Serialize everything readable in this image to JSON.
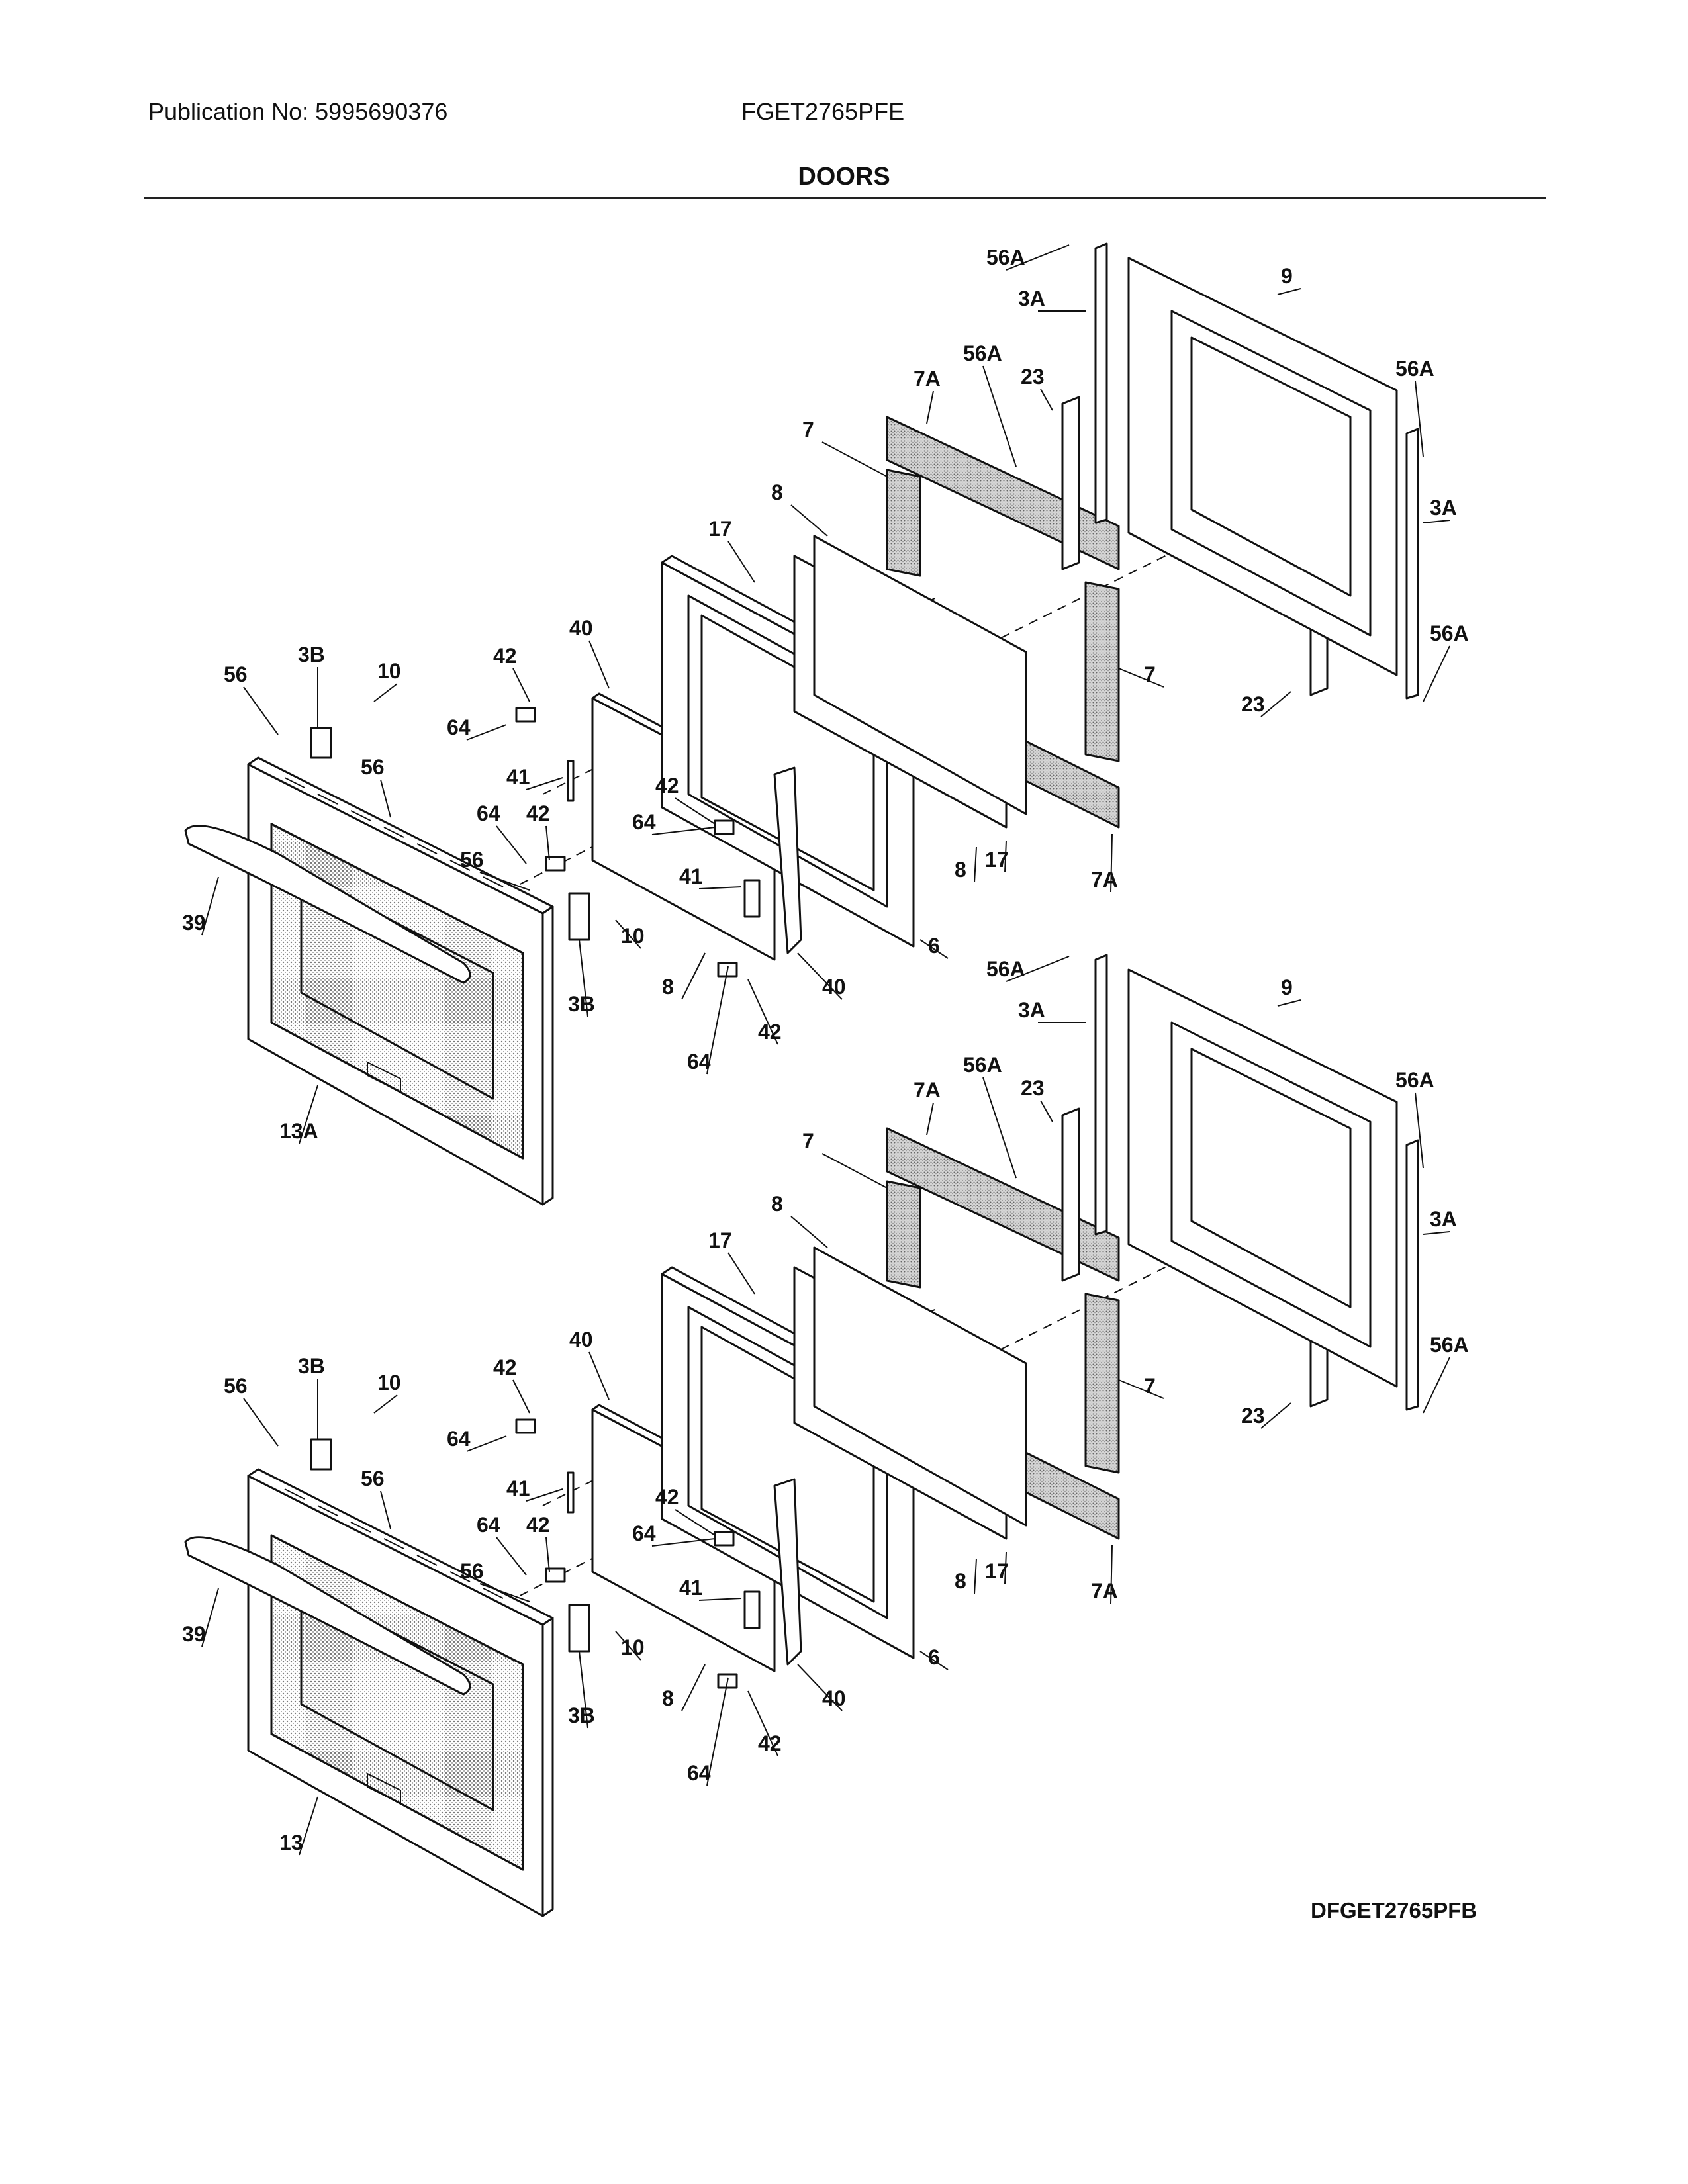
{
  "header": {
    "publication": "Publication No: 5995690376",
    "model": "FGET2765PFE",
    "section_title": "DOORS"
  },
  "diagram_code": "DFGET2765PFB",
  "colors": {
    "line": "#111111",
    "gasket_fill": "#c8c8c8",
    "glass_fill": "#ffffff"
  },
  "callouts": {
    "upper": [
      "56A",
      "3A",
      "9",
      "7A",
      "56A",
      "23",
      "56A",
      "7",
      "8",
      "3A",
      "17",
      "7",
      "56A",
      "40",
      "42",
      "64",
      "56",
      "3B",
      "10",
      "56",
      "41",
      "42",
      "64",
      "64",
      "42",
      "56",
      "41",
      "8",
      "23",
      "17",
      "7A",
      "6",
      "39",
      "10",
      "40",
      "3B",
      "8",
      "42",
      "64",
      "13A"
    ],
    "lower": [
      "56A",
      "3A",
      "9",
      "7A",
      "56A",
      "23",
      "56A",
      "7",
      "8",
      "3A",
      "17",
      "7",
      "56A",
      "40",
      "42",
      "64",
      "56",
      "3B",
      "10",
      "56",
      "41",
      "42",
      "64",
      "64",
      "42",
      "56",
      "41",
      "8",
      "23",
      "17",
      "7A",
      "6",
      "39",
      "10",
      "40",
      "3B",
      "8",
      "42",
      "64",
      "13"
    ]
  }
}
